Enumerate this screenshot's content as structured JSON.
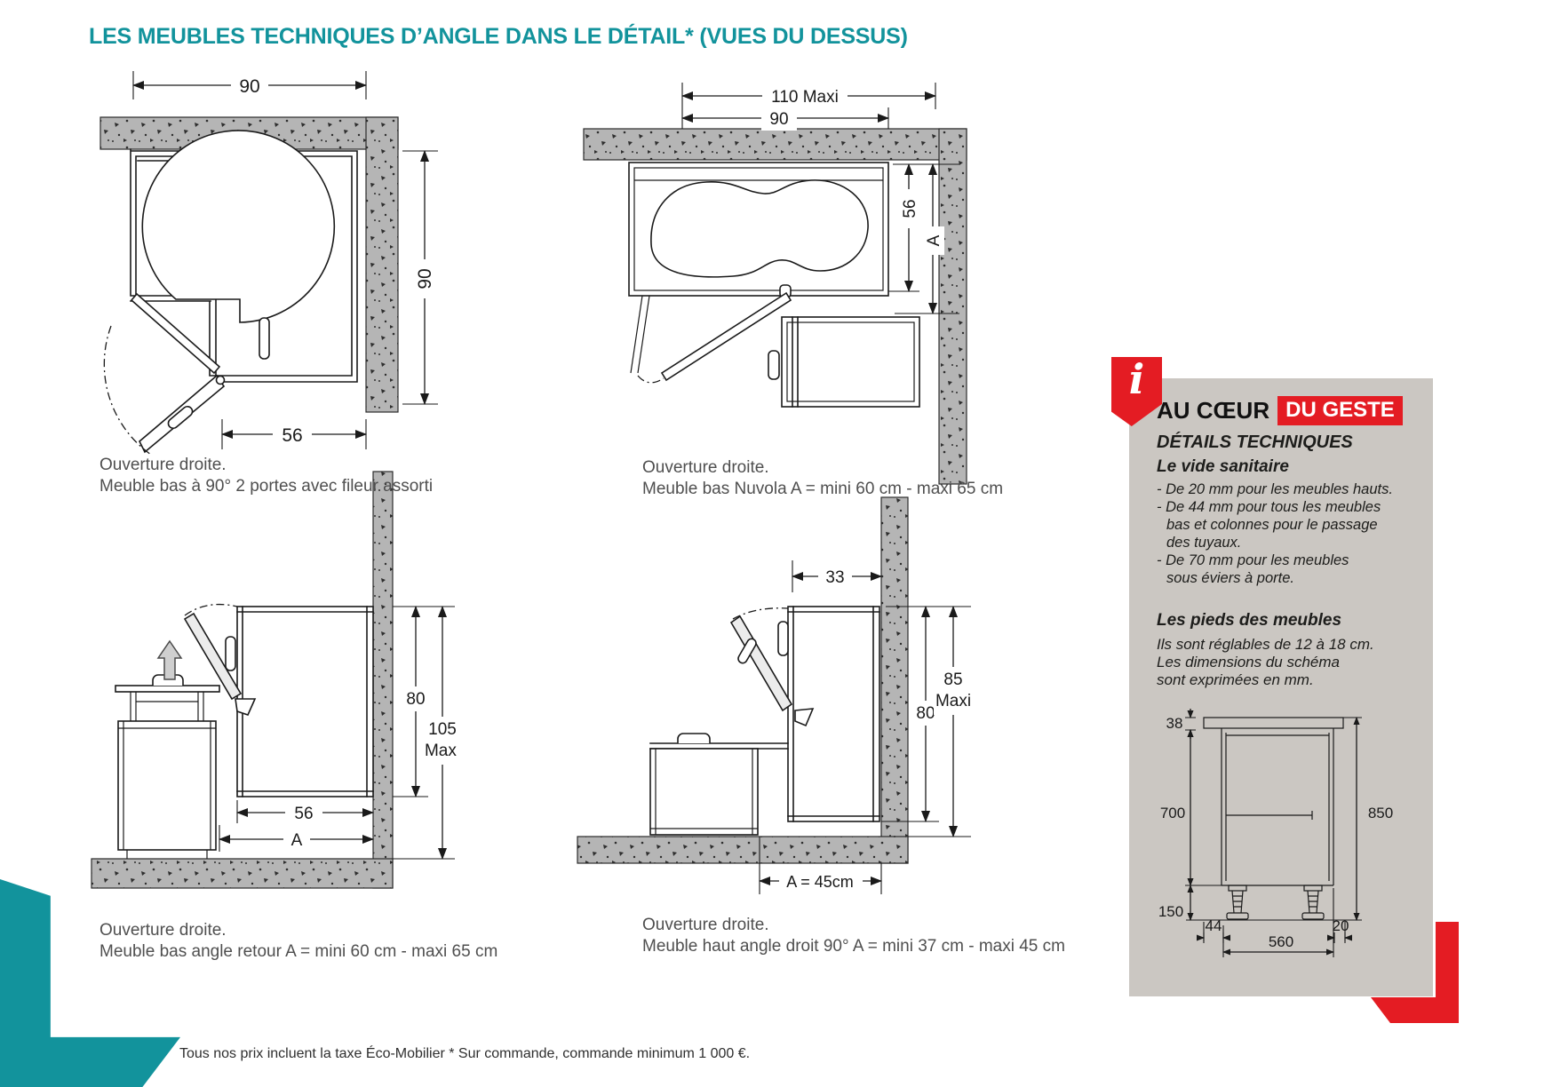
{
  "page": {
    "title": "LES MEUBLES TECHNIQUES D’ANGLE DANS LE DÉTAIL* (VUES DU DESSUS)",
    "footer": "Tous nos prix incluent la taxe Éco-Mobilier  * Sur commande, commande minimum 1 000 €."
  },
  "colors": {
    "teal": "#12939c",
    "red": "#e41c23",
    "sidebar_bg": "#cbc7c2",
    "concrete": "#b5b5b5",
    "line": "#1a1a1a"
  },
  "diagrams": {
    "carousel": {
      "caption": [
        "Ouverture droite.",
        "Meuble bas à 90° 2 portes avec fileur assorti"
      ],
      "dim_top": "90",
      "dim_right": "90",
      "dim_bottom": "56"
    },
    "nuvola": {
      "caption": [
        "Ouverture droite.",
        "Meuble bas Nuvola A = mini 60 cm - maxi 65 cm"
      ],
      "dim_top": "110 Maxi",
      "dim_top2": "90",
      "dim_depth": "56",
      "dim_a": "A"
    },
    "retour": {
      "caption": [
        "Ouverture droite.",
        "Meuble bas angle retour A = mini 60 cm - maxi 65 cm"
      ],
      "dim_height": "80",
      "dim_height_max": [
        "105",
        "Maxi"
      ],
      "dim_width": "56",
      "dim_a": "A"
    },
    "haut": {
      "caption": [
        "Ouverture droite.",
        "Meuble haut angle droit 90° A = mini 37 cm - maxi 45 cm"
      ],
      "dim_top": "33",
      "dim_height": "80",
      "dim_height_max": [
        "85",
        "Maxi"
      ],
      "dim_bottom": "A = 45cm"
    }
  },
  "sidebar": {
    "info_letter": "i",
    "title_black": "AU CŒUR",
    "title_badge": "DU GESTE",
    "subtitle": "DÉTAILS TECHNIQUES",
    "vide_heading": "Le vide sanitaire",
    "vide_lines": [
      "- De 20 mm pour les meubles hauts.",
      "- De 44 mm pour tous les meubles",
      "bas et colonnes pour le passage",
      "des tuyaux.",
      "- De 70 mm pour les meubles",
      "sous éviers à porte."
    ],
    "pieds_heading": "Les pieds des meubles",
    "pieds_lines": [
      "Ils sont réglables de 12 à 18 cm.",
      "Les dimensions du schéma",
      "sont exprimées en mm."
    ],
    "dims": {
      "top_thickness": "38",
      "body_height": "700",
      "total_height": "850",
      "feet_height": "150",
      "back_gap": "44",
      "depth": "560",
      "front": "20"
    }
  }
}
